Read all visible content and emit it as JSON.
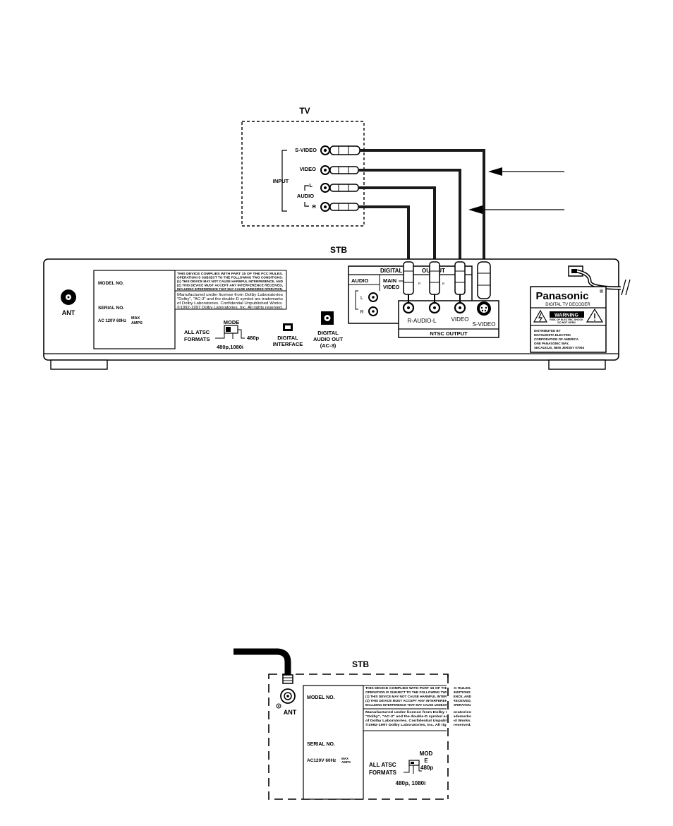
{
  "tv": {
    "title": "TV",
    "input_group": "INPUT",
    "audio_group": "AUDIO",
    "jacks": [
      "S-VIDEO",
      "VIDEO",
      "L",
      "R"
    ]
  },
  "stb": {
    "title": "STB",
    "ant": "ANT",
    "label_panel": {
      "model": "MODEL NO.",
      "serial": "SERIAL NO.",
      "power": "AC 120V 60Hz",
      "max": "MAX",
      "amps": "AMPS"
    },
    "fcc_text": [
      "THIS DEVICE COMPLIES WITH PART 15 OF THE FCC RULES.",
      "OPERATION IS SUBJECT TO THE FOLLOWING TWO CONDITIONS:",
      "(1) THIS DEVICE MAY NOT CAUSE HARMFUL INTERFERENCE, AND",
      "(2) THIS DEVICE MUST ACCEPT ANY INTERFERENCE RECEIVED,",
      "INCLUDING INTERFERENCE THAT MAY CAUSE UNDESIRED OPERATION."
    ],
    "dolby_text": [
      "Manufactured under license from Dolby Laboratories",
      "\"Dolby\", \"AC-3\" and the double-D symbol are trademarks",
      "of Dolby Laboratories. Confidential Unpublished Works.",
      "©1992-1997 Dolby Laboratories, Inc. All rights reserved."
    ],
    "mode": {
      "label": "MODE",
      "left_label_1": "ALL ATSC",
      "left_label_2": "FORMATS",
      "right_label": "480p",
      "bottom_label": "480p,1080i"
    },
    "digital_interface": [
      "DIGITAL",
      "INTERFACE"
    ],
    "digital_audio_out": [
      "DIGITAL",
      "AUDIO OUT",
      "(AC-3)"
    ],
    "digital_output": {
      "title_left": "DIGITAL",
      "title_right": "OUTPUT",
      "audio": "AUDIO",
      "audio_l": "L",
      "audio_r": "R",
      "main_video_1": "MAIN",
      "main_video_2": "VIDEO",
      "mini_r": "R",
      "mini_b": "B"
    },
    "ntsc_output": {
      "title": "NTSC OUTPUT",
      "audio": "R-AUDIO-L",
      "video": "VIDEO",
      "svideo": "S-VIDEO"
    },
    "brand": {
      "name": "Panasonic",
      "reg": "®",
      "sub": "DIGITAL TV DECODER",
      "warning": "WARNING",
      "warning_text": [
        "RISK OF ELECTRIC SHOCK",
        "DO NOT OPEN"
      ],
      "distributor": [
        "DISTRIBUTED BY",
        "MATSUSHITA ELECTRIC",
        "CORPORATION OF AMERICA",
        "ONE PANASONIC WAY,",
        "SECAUCUS, NEW JERSEY 07094"
      ]
    }
  },
  "detail": {
    "title": "STB",
    "ant": "ANT",
    "model": "MODEL NO.",
    "serial": "SERIAL NO.",
    "power": "AC120V 60Hz",
    "max": "MAX",
    "amps": "AMPS",
    "mode_1": "MOD",
    "mode_2": "E",
    "left_label_1": "ALL ATSC",
    "left_label_2": "FORMATS",
    "right_label": "480p",
    "bottom_label": "480p, 1080i"
  },
  "colors": {
    "ink": "#000000",
    "paper": "#ffffff",
    "cable": "#1a1a1a"
  }
}
